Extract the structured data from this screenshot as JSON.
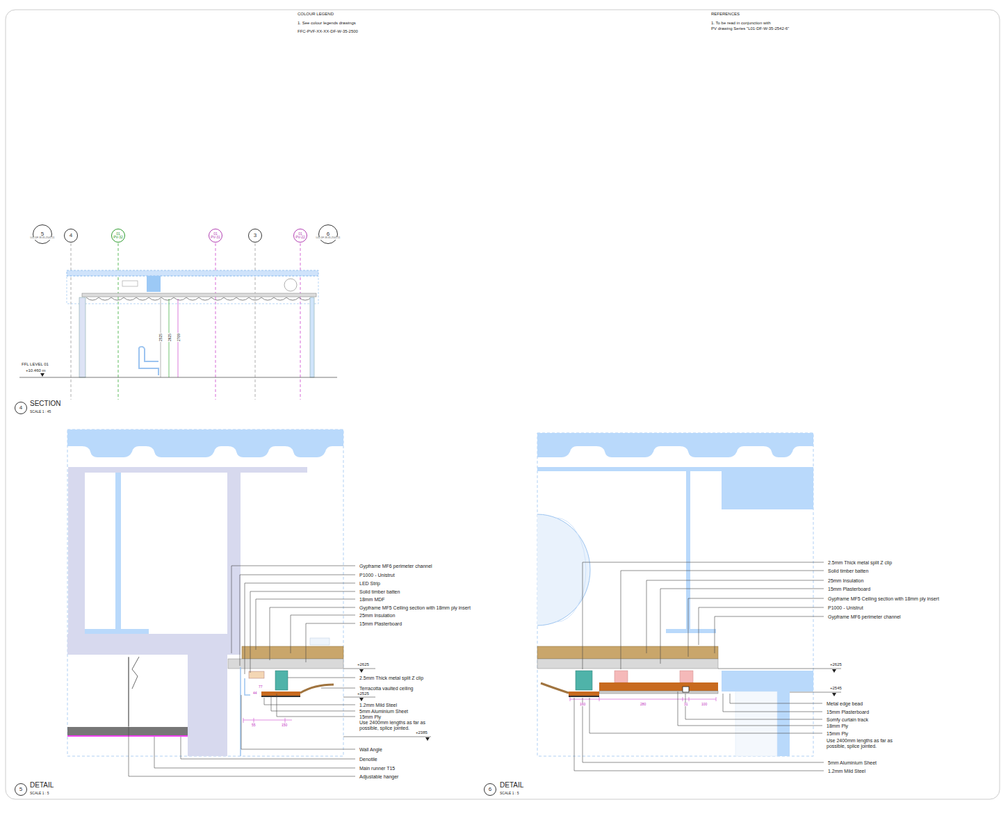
{
  "diagram": {
    "nodes": [
      {
        "text": [
          "5",
          "L01-DF-W-35-2542-11"
        ]
      },
      {
        "text": [
          "4"
        ]
      },
      {
        "text": [
          "01",
          "PV-32"
        ]
      },
      {
        "text": [
          "01",
          "PV-31"
        ]
      },
      {
        "text": [
          "3"
        ]
      },
      {
        "text": [
          "01",
          "PV-22"
        ]
      },
      {
        "text": [
          "6",
          "L01-DF-W-35-2542-11"
        ]
      },
      {
        "text": [
          "4"
        ]
      },
      {
        "text": [
          "5"
        ]
      },
      {
        "text": [
          "6"
        ]
      }
    ],
    "labels": [
      "COLOUR LEGEND",
      "1. See colour legends drawings",
      "FFC-PVF-XX-XX-DF-W-35-2500",
      "REFERENCES",
      "1. To be read in conjunction with",
      "PV drawing Series \"L01-DF-W-35-2542-6\"",
      "2525",
      "2625",
      "2709",
      "FFL LEVEL 01",
      "+10.460 m",
      "SECTION",
      "SCALE 1 : 45",
      "Gypframe MF6 perimeter channel",
      "P1000 - Unistrut",
      "LED Strip",
      "Solid timber batten",
      "18mm MDF",
      "Gypframe MF5 Ceiling section with 18mm ply insert",
      "25mm Insulation",
      "15mm Plasterboard",
      "+2625",
      "2.5mm Thick metal split Z clip",
      "Terracotta vaulted ceiling",
      "+2525",
      "1.2mm Mild Steel",
      "5mm Aluminium Sheet",
      "15mm Ply",
      "Use 2400mm lengths as far as possible, splice jointed.",
      "+2385",
      "Wall Angle",
      "Denotile",
      "Main runner T15",
      "Adjustable hanger",
      "55",
      "150",
      "44",
      "77",
      "DETAIL",
      "SCALE 1 : 5",
      "2.5mm Thick metal split Z clip",
      "Solid timber batten",
      "25mm Insulation",
      "15mm Plasterboard",
      "Gypframe MF5 Ceiling section with 18mm ply insert",
      "P1000 - Unistrut",
      "Gypframe MF6 perimeter channel",
      "+2625",
      "+2545",
      "Metal edge bead",
      "15mm Plasterboard",
      "Somfy curtain track",
      "18mm Ply",
      "15mm Ply",
      "Use 2400mm lengths as far as possible, splice jointed.",
      "5mm Aluminium Sheet",
      "1.2mm Mild Steel",
      "160",
      "280",
      "31",
      "100",
      "DETAIL",
      "SCALE 1 : 5"
    ]
  }
}
